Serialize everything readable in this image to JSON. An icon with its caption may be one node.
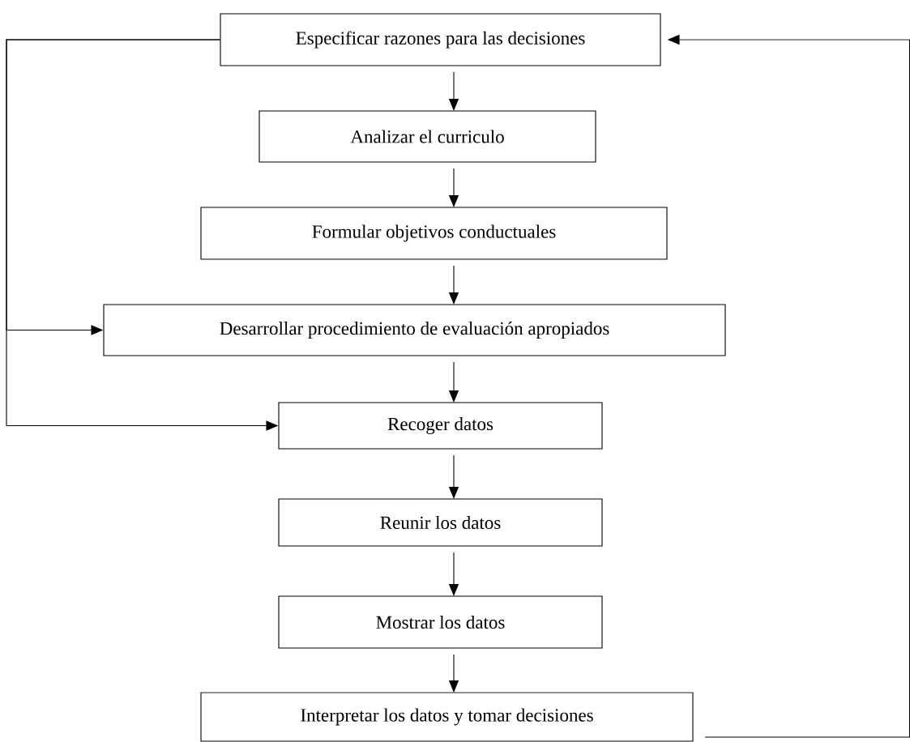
{
  "diagram": {
    "nodes": [
      {
        "text": [
          "Especificar razones para las decisiones"
        ]
      },
      {
        "text": [
          "Analizar el curriculo"
        ]
      },
      {
        "text": [
          "Formular objetivos conductuales"
        ]
      },
      {
        "text": [
          "Desarrollar procedimiento de evaluación apropiados"
        ]
      },
      {
        "text": [
          "Recoger datos"
        ]
      },
      {
        "text": [
          "Reunir los datos"
        ]
      },
      {
        "text": [
          "Mostrar los datos"
        ]
      },
      {
        "text": [
          "Interpretar los datos y tomar decisiones"
        ]
      }
    ],
    "edges": [
      {
        "from": 0,
        "to": 1,
        "arrow": "to"
      },
      {
        "from": 1,
        "to": 2,
        "arrow": "to"
      },
      {
        "from": 2,
        "to": 3,
        "arrow": "to"
      },
      {
        "from": 3,
        "to": 4,
        "arrow": "to"
      },
      {
        "from": 4,
        "to": 5,
        "arrow": "to"
      },
      {
        "from": 5,
        "to": 6,
        "arrow": "to"
      },
      {
        "from": 6,
        "to": 7,
        "arrow": "to"
      },
      {
        "from": 0,
        "to": 3,
        "arrow": "to"
      },
      {
        "from": 0,
        "to": 4,
        "arrow": "to"
      },
      {
        "from": 7,
        "to": 0,
        "arrow": "to"
      }
    ]
  }
}
